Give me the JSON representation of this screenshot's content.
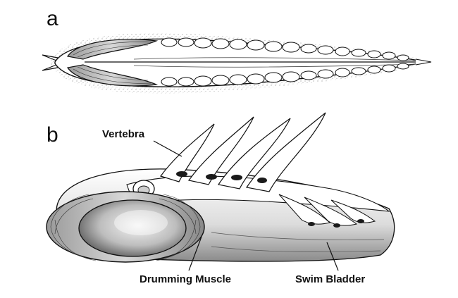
{
  "panels": [
    {
      "label": "a"
    },
    {
      "label": "b"
    }
  ],
  "callouts": {
    "vertebra": "Vertebra",
    "drumming_muscle": "Drumming Muscle",
    "swim_bladder": "Swim Bladder"
  },
  "colors": {
    "ink": "#111111",
    "background": "#ffffff",
    "muscle_band": "#b8b8b8",
    "cavity_shade": "#6a6a6a"
  }
}
